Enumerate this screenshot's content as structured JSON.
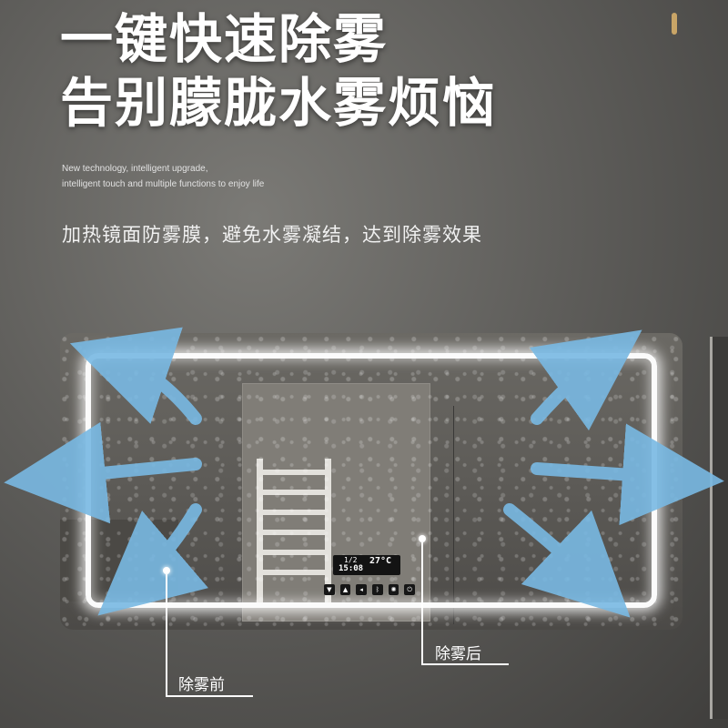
{
  "headline": {
    "line1": "一键快速除雾",
    "line2": "告别朦胧水雾烦恼"
  },
  "tagline": {
    "line1": "New technology, intelligent upgrade,",
    "line2": "intelligent touch and multiple functions to enjoy life"
  },
  "description": "加热镜面防雾膜，避免水雾凝结，达到除雾效果",
  "mirror_display": {
    "temperature": "27°C",
    "time": "15:08",
    "date": "1/2"
  },
  "callouts": {
    "before": "除雾前",
    "after": "除雾后"
  },
  "colors": {
    "arrow": "#79b9e3",
    "accent_mark": "#c9a567",
    "light_strip": "#fbfbfb"
  }
}
